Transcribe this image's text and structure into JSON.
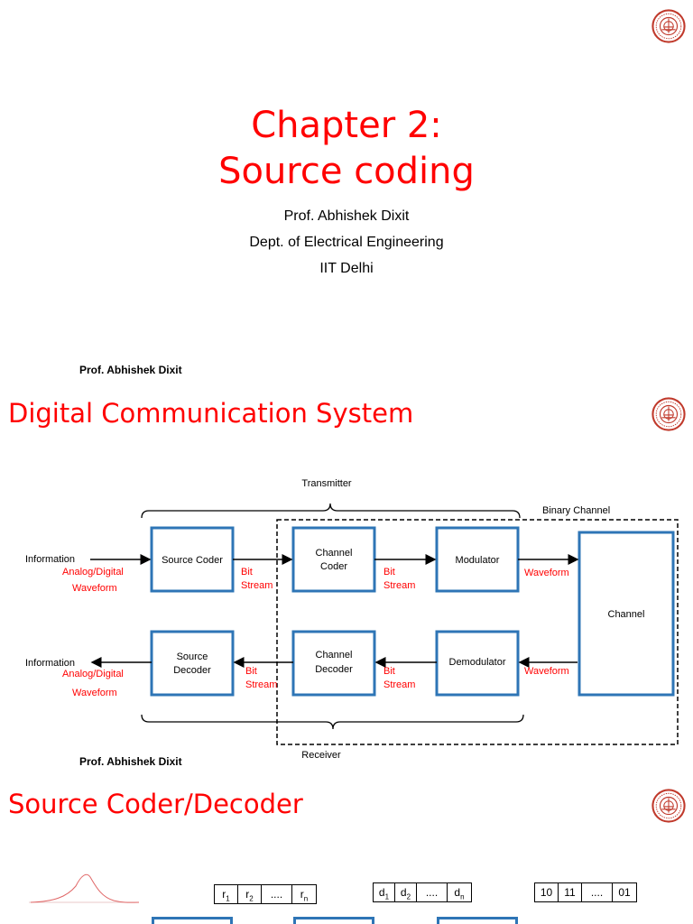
{
  "slide1": {
    "title_line1": "Chapter 2:",
    "title_line2": "Source coding",
    "author": "Prof. Abhishek Dixit",
    "department": "Dept. of Electrical Engineering",
    "institute": "IIT Delhi",
    "footer": "Prof. Abhishek Dixit",
    "logo_icon": "iit-delhi-logo-icon"
  },
  "slide2": {
    "title": "Digital Communication System",
    "footer": "Prof. Abhishek Dixit",
    "logo_icon": "iit-delhi-logo-icon",
    "diagram": {
      "transmitter": "Transmitter",
      "receiver": "Receiver",
      "binary_channel": "Binary Channel",
      "source_coder": "Source Coder",
      "channel_coder": [
        "Channel",
        "Coder"
      ],
      "modulator": "Modulator",
      "channel": "Channel",
      "source_decoder": [
        "Source",
        "Decoder"
      ],
      "channel_decoder": [
        "Channel",
        "Decoder"
      ],
      "demodulator": "Demodulator",
      "information_in": "Information",
      "information_out": "Information",
      "analog_digital_top": [
        "Analog/Digital",
        "Waveform"
      ],
      "analog_digital_bottom": [
        "Analog/Digital",
        "Waveform"
      ],
      "bit_stream": [
        "Bit",
        "Stream"
      ],
      "waveform": "Waveform",
      "colors": {
        "box_border": "#2e75b6",
        "red_label": "#ff0000"
      }
    }
  },
  "slide3": {
    "title": "Source Coder/Decoder",
    "logo_icon": "iit-delhi-logo-icon",
    "samples_row": [
      "r1",
      "r2",
      "....",
      "rn"
    ],
    "digits_row": [
      "d1",
      "d2",
      "....",
      "dn"
    ],
    "bits_row": [
      "10",
      "11",
      "....",
      "01"
    ]
  },
  "colors": {
    "title_red": "#ff0000",
    "logo_red": "#c0392b"
  }
}
